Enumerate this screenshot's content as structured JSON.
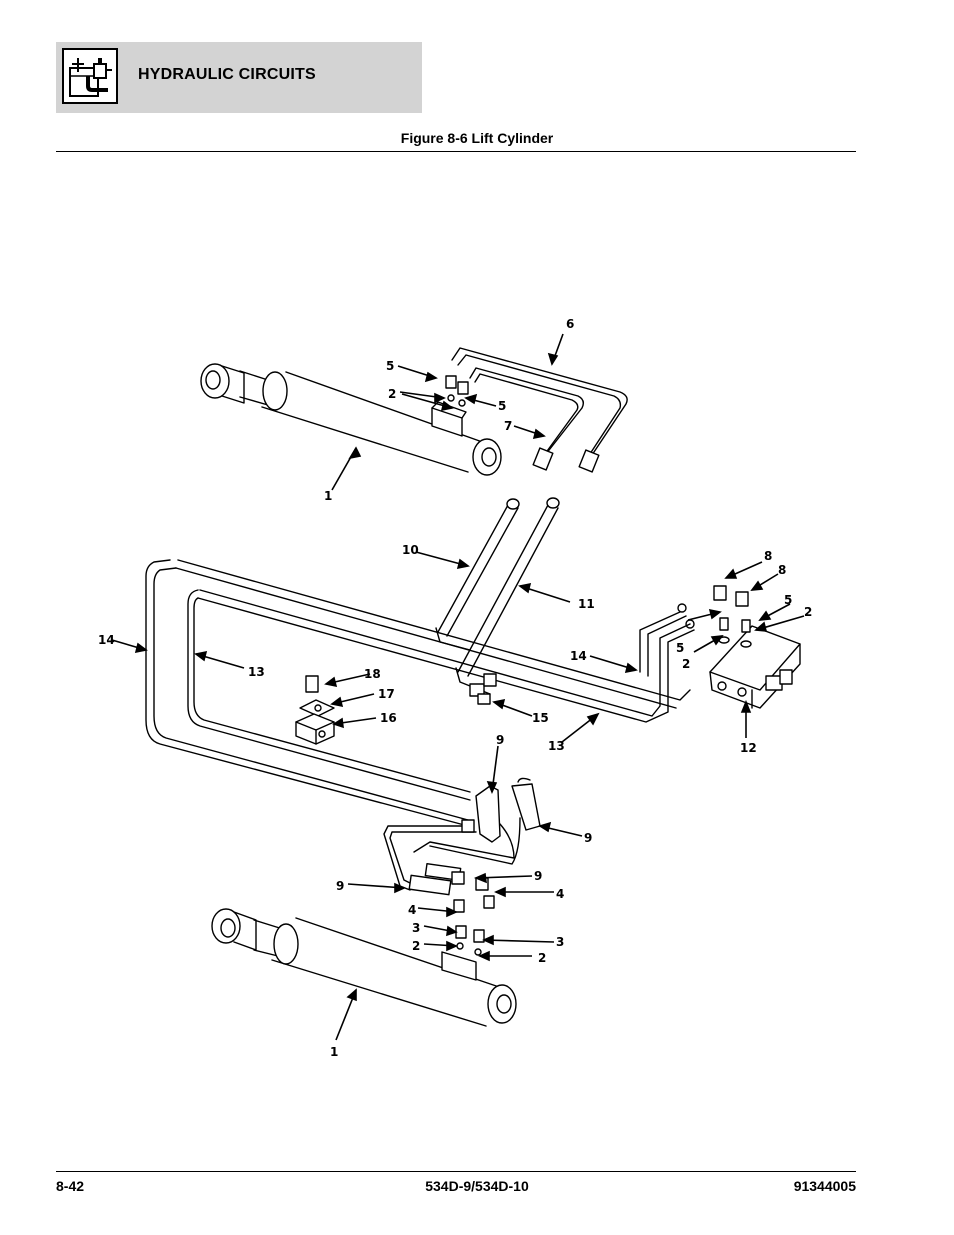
{
  "header": {
    "section_title": "HYDRAULIC CIRCUITS",
    "icon": "hydraulic-reservoir-icon"
  },
  "figure": {
    "title": "Figure 8-6 Lift Cylinder"
  },
  "callouts": {
    "c1_upper": "1",
    "c1_lower": "1",
    "c2_upper": "2",
    "c2_right": "2",
    "c2_valve": "2",
    "c2_lower_left": "2",
    "c2_lower_right": "2",
    "c3_left": "3",
    "c3_right": "3",
    "c4_left": "4",
    "c4_right": "4",
    "c5_upper_left": "5",
    "c5_upper_right": "5",
    "c5_valve_left": "5",
    "c5_valve_right": "5",
    "c6": "6",
    "c7": "7",
    "c8_a": "8",
    "c8_b": "8",
    "c9_top": "9",
    "c9_right": "9",
    "c9_mid": "9",
    "c9_left": "9",
    "c10": "10",
    "c11": "11",
    "c12": "12",
    "c13_left": "13",
    "c13_bottom": "13",
    "c14_left": "14",
    "c14_right": "14",
    "c15": "15",
    "c16": "16",
    "c17": "17",
    "c18": "18"
  },
  "footer": {
    "page_number": "8-42",
    "model": "534D-9/534D-10",
    "doc_number": "91344005"
  }
}
